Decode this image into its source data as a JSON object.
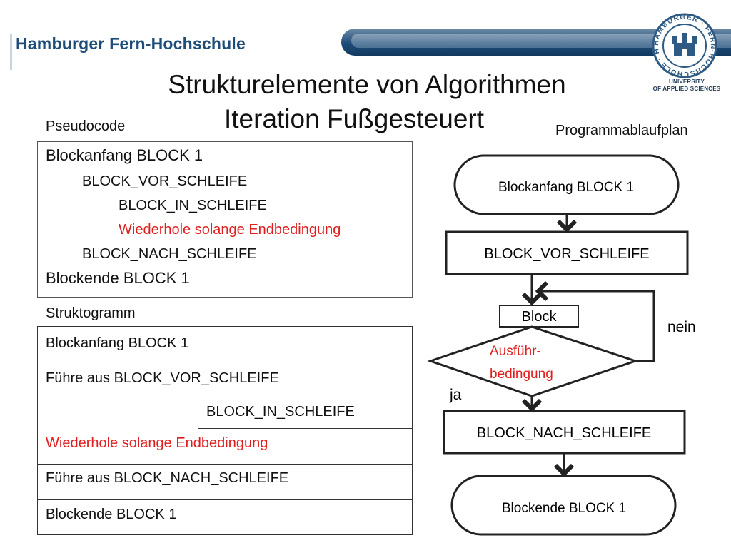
{
  "header": {
    "brand": "Hamburger Fern-Hochschule",
    "logo_ring_text": "HAMBURGER · FERN-HOCHSCHULE · HFH ·",
    "logo_sub_line1": "UNIVERSITY",
    "logo_sub_line2": "OF APPLIED SCIENCES"
  },
  "title": {
    "line1": "Strukturelemente von Algorithmen",
    "line2": "Iteration Fußgesteuert"
  },
  "pseudocode": {
    "label": "Pseudocode",
    "lines": [
      "Blockanfang BLOCK 1",
      "BLOCK_VOR_SCHLEIFE",
      "BLOCK_IN_SCHLEIFE",
      "Wiederhole solange Endbedingung",
      "BLOCK_NACH_SCHLEIFE",
      "Blockende BLOCK 1"
    ]
  },
  "struktogramm": {
    "label": "Struktogramm",
    "row1": "Blockanfang BLOCK 1",
    "row2": "Führe aus BLOCK_VOR_SCHLEIFE",
    "inner": "BLOCK_IN_SCHLEIFE",
    "loop_condition": "Wiederhole solange Endbedingung",
    "row4": "Führe aus BLOCK_NACH_SCHLEIFE",
    "row5": "Blockende BLOCK 1"
  },
  "flowchart": {
    "label": "Programmablaufplan",
    "start": "Blockanfang BLOCK 1",
    "vor": "BLOCK_VOR_SCHLEIFE",
    "block": "Block",
    "decision_line1": "Ausführ-",
    "decision_line2": "bedingung",
    "no": "nein",
    "yes": "ja",
    "nach": "BLOCK_NACH_SCHLEIFE",
    "end": "Blockende BLOCK 1"
  },
  "colors": {
    "brand": "#1f4d7a",
    "highlight_red": "#e01e1e",
    "text": "#111111",
    "arrow": "#222222"
  }
}
